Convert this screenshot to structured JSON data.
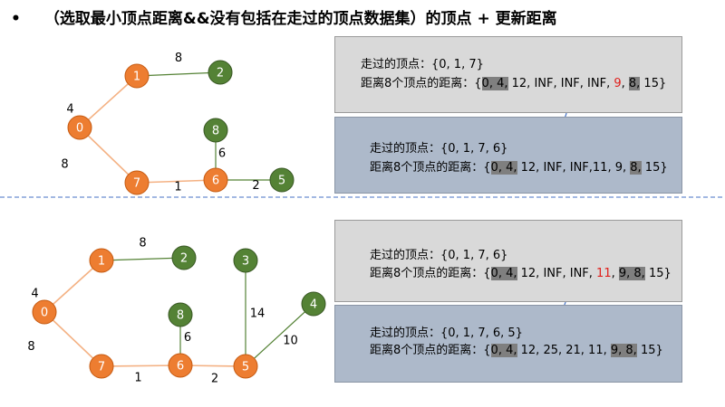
{
  "title": {
    "bullet": "•",
    "text": "（选取最小顶点距离&&没有包括在走过的顶点数据集）的顶点 + 更新距离"
  },
  "colors": {
    "node_orange": "#ed7d31",
    "node_green": "#548235",
    "edge_orange": "#f4b183",
    "edge_green": "#548235",
    "box_light": "#d9d9d9",
    "box_dark": "#adb9ca",
    "arrow_blue": "#4472c4",
    "highlight": "#7f7f7f",
    "red_text": "#e0201c"
  },
  "graphs": [
    {
      "nodes": [
        {
          "id": "0",
          "label": "0",
          "state": "visited"
        },
        {
          "id": "1",
          "label": "1",
          "state": "visited"
        },
        {
          "id": "2",
          "label": "2",
          "state": "unvisited"
        },
        {
          "id": "7",
          "label": "7",
          "state": "visited"
        },
        {
          "id": "6",
          "label": "6",
          "state": "visited"
        },
        {
          "id": "8",
          "label": "8",
          "state": "unvisited"
        },
        {
          "id": "5",
          "label": "5",
          "state": "unvisited"
        }
      ],
      "edges": [
        {
          "from": "0",
          "to": "1",
          "weight": "4",
          "state": "visited"
        },
        {
          "from": "1",
          "to": "2",
          "weight": "8",
          "state": "unvisited"
        },
        {
          "from": "0",
          "to": "7",
          "weight": "8",
          "state": "visited"
        },
        {
          "from": "7",
          "to": "6",
          "weight": "1",
          "state": "visited"
        },
        {
          "from": "6",
          "to": "8",
          "weight": "6",
          "state": "unvisited"
        },
        {
          "from": "6",
          "to": "5",
          "weight": "2",
          "state": "unvisited"
        }
      ]
    },
    {
      "nodes": [
        {
          "id": "0",
          "label": "0",
          "state": "visited"
        },
        {
          "id": "1",
          "label": "1",
          "state": "visited"
        },
        {
          "id": "2",
          "label": "2",
          "state": "unvisited"
        },
        {
          "id": "7",
          "label": "7",
          "state": "visited"
        },
        {
          "id": "6",
          "label": "6",
          "state": "visited"
        },
        {
          "id": "8",
          "label": "8",
          "state": "unvisited"
        },
        {
          "id": "5",
          "label": "5",
          "state": "visited"
        },
        {
          "id": "3",
          "label": "3",
          "state": "unvisited"
        },
        {
          "id": "4",
          "label": "4",
          "state": "unvisited"
        }
      ],
      "edges": [
        {
          "from": "0",
          "to": "1",
          "weight": "4",
          "state": "visited"
        },
        {
          "from": "1",
          "to": "2",
          "weight": "8",
          "state": "unvisited"
        },
        {
          "from": "0",
          "to": "7",
          "weight": "8",
          "state": "visited"
        },
        {
          "from": "7",
          "to": "6",
          "weight": "1",
          "state": "visited"
        },
        {
          "from": "6",
          "to": "8",
          "weight": "6",
          "state": "unvisited"
        },
        {
          "from": "6",
          "to": "5",
          "weight": "2",
          "state": "visited"
        },
        {
          "from": "5",
          "to": "3",
          "weight": "14",
          "state": "unvisited"
        },
        {
          "from": "5",
          "to": "4",
          "weight": "10",
          "state": "unvisited"
        }
      ]
    }
  ],
  "boxes": {
    "top_before": {
      "visited_line": "走过的顶点：{0, 1, 7}",
      "dist_prefix": "距离8个顶点的距离：{",
      "dist_parts": [
        {
          "text": "0, 4,",
          "hl": true
        },
        {
          "text": " 12,  INF, INF, INF, "
        },
        {
          "text": "9",
          "red": true
        },
        {
          "text": ", "
        },
        {
          "text": "8,",
          "hl": true
        },
        {
          "text": " 15}"
        }
      ]
    },
    "top_after": {
      "visited_line": "走过的顶点：{0, 1, 7, 6}",
      "dist_prefix": "距离8个顶点的距离：{",
      "dist_parts": [
        {
          "text": "0, 4,",
          "hl": true
        },
        {
          "text": " 12, INF,  INF,11, 9, "
        },
        {
          "text": "8,",
          "hl": true
        },
        {
          "text": " 15}"
        }
      ]
    },
    "bottom_before": {
      "visited_line": "走过的顶点：{0, 1, 7, 6}",
      "dist_prefix": "距离8个顶点的距离：{",
      "dist_parts": [
        {
          "text": "0, 4,",
          "hl": true
        },
        {
          "text": " 12, INF,  INF, "
        },
        {
          "text": "11",
          "red": true
        },
        {
          "text": ", "
        },
        {
          "text": "9, 8,",
          "hl": true
        },
        {
          "text": " 15}"
        }
      ]
    },
    "bottom_after": {
      "visited_line": "走过的顶点：{0, 1, 7, 6, 5}",
      "dist_prefix": "距离8个顶点的距离：{",
      "dist_parts": [
        {
          "text": "0, 4,",
          "hl": true
        },
        {
          "text": " 12, 25, 21, 11, "
        },
        {
          "text": "9, 8,",
          "hl": true
        },
        {
          "text": " 15}"
        }
      ]
    }
  }
}
